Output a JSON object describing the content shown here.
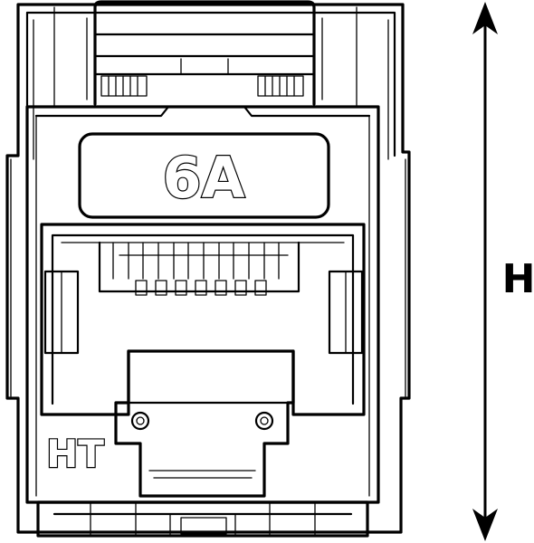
{
  "drawing": {
    "category_label": "6A",
    "brand_label": "HT",
    "dimension_label": "H"
  },
  "colors": {
    "ink": "#000000",
    "paper": "#ffffff"
  }
}
